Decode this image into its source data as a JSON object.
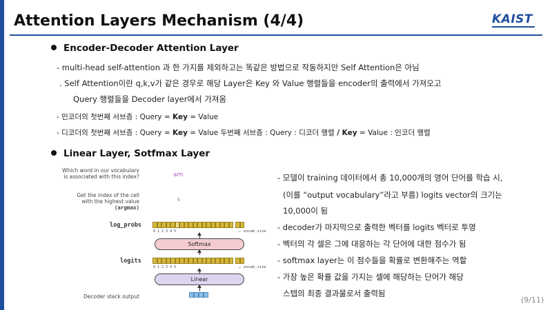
{
  "slide": {
    "title": "Attention Layers Mechanism (4/4)",
    "logo": "KAIST",
    "page": "(9/11)"
  },
  "section1": {
    "heading": "Encoder-Decoder Attention Layer",
    "lines": [
      "- multi-head self-attention 과 한 가지를 제외하고는 똑같은 방법으로 작동하지만 Self Attention은 아님",
      ". Self Attention이란 q,k,v가 같은 경우로 해당 Layer은 Key 와 Value 행렬들을 encoder의 출력에서 가져오고",
      "Query 행렬들을 Decoder  layer에서 가져옴"
    ],
    "enc_line": {
      "pre": "- 인코더의 첫번째 서브층 : Query = ",
      "key": "Key",
      "post": " = Value"
    },
    "dec_line": {
      "pre": "- 디코더의 첫번째 서브층 : Query = ",
      "key": "Key",
      "mid": " = Value  두번째 서브층 : Query : 디코더 행렬 ",
      "slash": "/",
      "key2": " Key",
      "post": " = Value : 인코더 행렬"
    }
  },
  "section2": {
    "heading": "Linear Layer, Sotfmax Layer",
    "bullets": [
      "- 모델이 training 데이터에서 총 10,000개의 영어 단어를 학습 시,",
      "(이를 “output vocabulary”라고 부름)  logits vector의 크기는",
      "10,000이 됨",
      "- decoder가 마지막으로 출력한 벡터를 logits 벡터로 투영",
      "- 벡터의 각 셀은 그에 대응하는 각 단어에 대한 점수가 됨",
      "- softmax layer는 이 점수들을 확률로 변환해주는 역할",
      "- 가장 높은 확률 값을 가지는 셀에 해당하는 단어가 해당",
      "스텝의 최종 결과물로서 출력됨"
    ]
  },
  "diagram": {
    "q1": [
      "Which word in our vocabulary",
      "is associated with this index?"
    ],
    "word": "am",
    "q2": [
      "Get the index of the cell",
      "with the highest value",
      "(argmax)"
    ],
    "argmax_value": "5",
    "log_probs_label": "log_probs",
    "logits_label": "logits",
    "indices": "0 1 2 3 4 5",
    "vocab_size": "… vocab_size",
    "softmax": "Softmax",
    "linear": "Linear",
    "decoder_output": "Decoder stack output"
  }
}
